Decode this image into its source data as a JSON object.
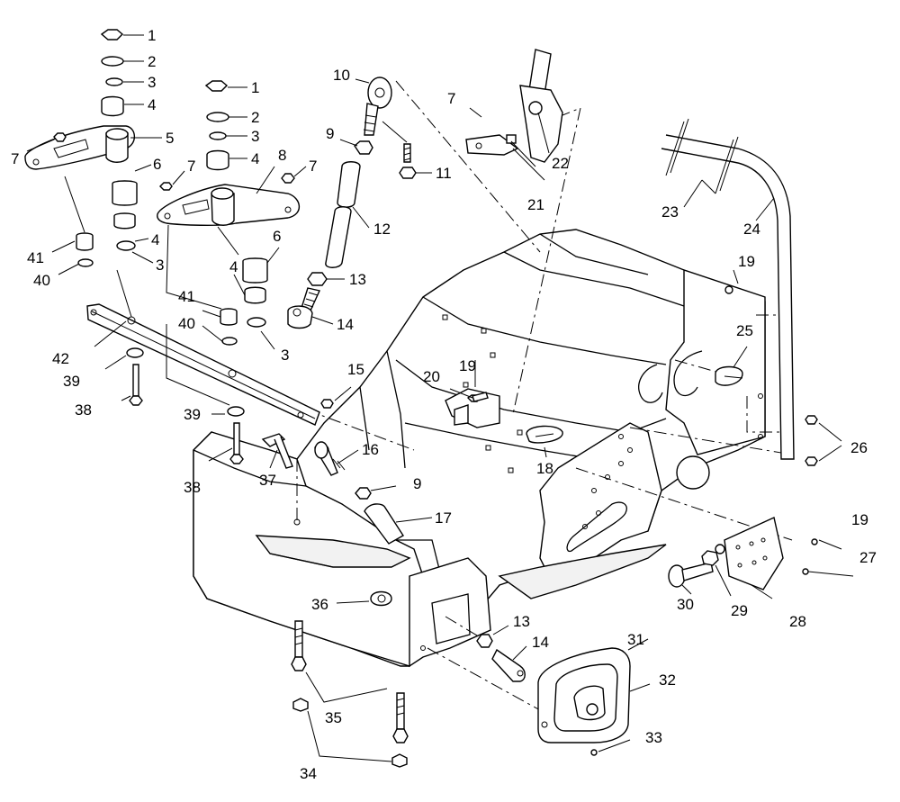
{
  "callouts": [
    {
      "id": "c1a",
      "label": "1"
    },
    {
      "id": "c2a",
      "label": "2"
    },
    {
      "id": "c3a",
      "label": "3"
    },
    {
      "id": "c4a",
      "label": "4"
    },
    {
      "id": "c5",
      "label": "5"
    },
    {
      "id": "c7a",
      "label": "7"
    },
    {
      "id": "c6a",
      "label": "6"
    },
    {
      "id": "c41a",
      "label": "41"
    },
    {
      "id": "c40a",
      "label": "40"
    },
    {
      "id": "c4b",
      "label": "4"
    },
    {
      "id": "c3b",
      "label": "3"
    },
    {
      "id": "c1b",
      "label": "1"
    },
    {
      "id": "c2b",
      "label": "2"
    },
    {
      "id": "c3c",
      "label": "3"
    },
    {
      "id": "c4c",
      "label": "4"
    },
    {
      "id": "c7b",
      "label": "7"
    },
    {
      "id": "c8",
      "label": "8"
    },
    {
      "id": "c7c",
      "label": "7"
    },
    {
      "id": "c6b",
      "label": "6"
    },
    {
      "id": "c4d",
      "label": "4"
    },
    {
      "id": "c41b",
      "label": "41"
    },
    {
      "id": "c40b",
      "label": "40"
    },
    {
      "id": "c3d",
      "label": "3"
    },
    {
      "id": "c10",
      "label": "10"
    },
    {
      "id": "c9a",
      "label": "9"
    },
    {
      "id": "c11",
      "label": "11"
    },
    {
      "id": "c12",
      "label": "12"
    },
    {
      "id": "c13a",
      "label": "13"
    },
    {
      "id": "c14a",
      "label": "14"
    },
    {
      "id": "c7d",
      "label": "7"
    },
    {
      "id": "c21",
      "label": "21"
    },
    {
      "id": "c22",
      "label": "22"
    },
    {
      "id": "c23",
      "label": "23"
    },
    {
      "id": "c24",
      "label": "24"
    },
    {
      "id": "c19a",
      "label": "19"
    },
    {
      "id": "c25",
      "label": "25"
    },
    {
      "id": "c26",
      "label": "26"
    },
    {
      "id": "c42",
      "label": "42"
    },
    {
      "id": "c39a",
      "label": "39"
    },
    {
      "id": "c38a",
      "label": "38"
    },
    {
      "id": "c15",
      "label": "15"
    },
    {
      "id": "c20",
      "label": "20"
    },
    {
      "id": "c19b",
      "label": "19"
    },
    {
      "id": "c18",
      "label": "18"
    },
    {
      "id": "c39b",
      "label": "39"
    },
    {
      "id": "c38b",
      "label": "38"
    },
    {
      "id": "c37",
      "label": "37"
    },
    {
      "id": "c16",
      "label": "16"
    },
    {
      "id": "c9b",
      "label": "9"
    },
    {
      "id": "c17",
      "label": "17"
    },
    {
      "id": "c19c",
      "label": "19"
    },
    {
      "id": "c27",
      "label": "27"
    },
    {
      "id": "c30",
      "label": "30"
    },
    {
      "id": "c29",
      "label": "29"
    },
    {
      "id": "c28",
      "label": "28"
    },
    {
      "id": "c36",
      "label": "36"
    },
    {
      "id": "c13b",
      "label": "13"
    },
    {
      "id": "c14b",
      "label": "14"
    },
    {
      "id": "c31",
      "label": "31"
    },
    {
      "id": "c32",
      "label": "32"
    },
    {
      "id": "c35",
      "label": "35"
    },
    {
      "id": "c33",
      "label": "33"
    },
    {
      "id": "c34",
      "label": "34"
    }
  ]
}
